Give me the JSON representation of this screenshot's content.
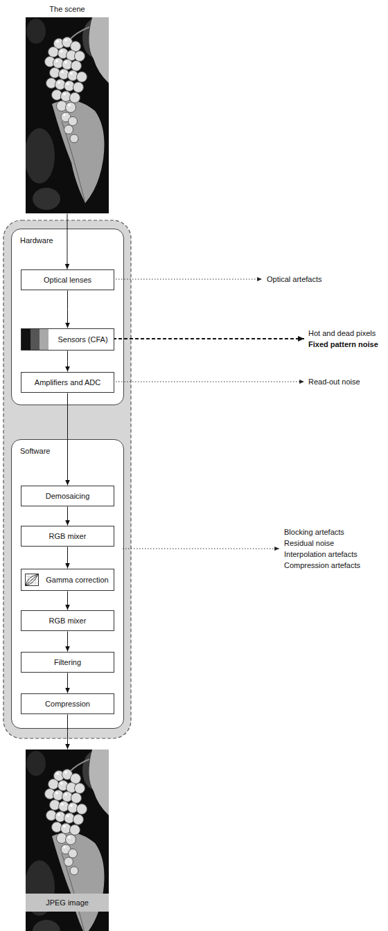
{
  "diagram": {
    "nodes": [
      {
        "text": [
          "The scene"
        ]
      },
      {
        "text": [
          "Hardware"
        ]
      },
      {
        "text": [
          "Optical lenses"
        ],
        "in": 1
      },
      {
        "text": [
          "Sensors (CFA)"
        ],
        "in": 1
      },
      {
        "text": [
          "Amplifiers and ADC"
        ],
        "in": 1
      },
      {
        "text": [
          "Software"
        ]
      },
      {
        "text": [
          "Demosaicing"
        ],
        "in": 5
      },
      {
        "text": [
          "RGB mixer"
        ],
        "in": 5
      },
      {
        "text": [
          "Gamma correction"
        ],
        "in": 5
      },
      {
        "text": [
          "RGB mixer"
        ],
        "in": 5
      },
      {
        "text": [
          "Filtering"
        ],
        "in": 5
      },
      {
        "text": [
          "Compression"
        ],
        "in": 5
      },
      {
        "text": [
          "JPEG image"
        ]
      }
    ],
    "edges": [
      {
        "from": 0,
        "to": 2,
        "arrow": "to"
      },
      {
        "from": 2,
        "to": 3,
        "arrow": "to"
      },
      {
        "from": 3,
        "to": 4,
        "arrow": "to"
      },
      {
        "from": 4,
        "to": 6,
        "arrow": "to"
      },
      {
        "from": 6,
        "to": 7,
        "arrow": "to"
      },
      {
        "from": 7,
        "to": 8,
        "arrow": "to"
      },
      {
        "from": 8,
        "to": 9,
        "arrow": "to"
      },
      {
        "from": 9,
        "to": 10,
        "arrow": "to"
      },
      {
        "from": 10,
        "to": 11,
        "arrow": "to"
      },
      {
        "from": 11,
        "to": 12,
        "arrow": "to"
      }
    ],
    "labels": [
      "Optical artefacts",
      "Hot and dead pixels",
      "Fixed pattern noise",
      "Read-out noise",
      "Blocking artefacts",
      "Residual noise",
      "Interpolation artefacts",
      "Compression artefacts"
    ]
  }
}
